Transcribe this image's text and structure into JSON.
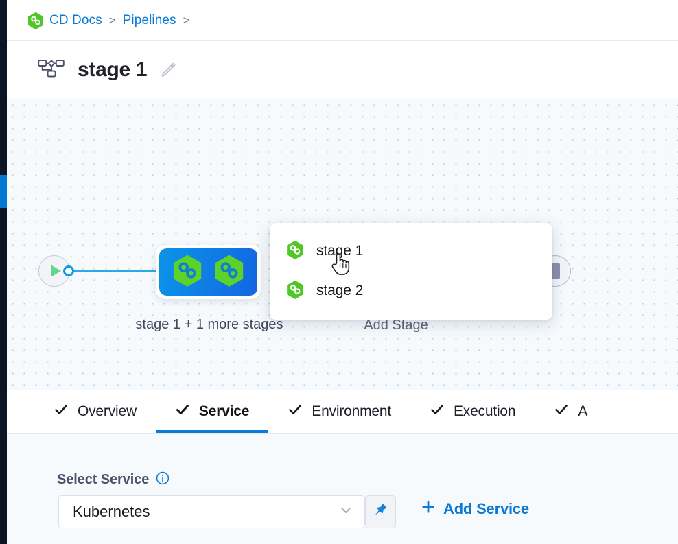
{
  "breadcrumb": {
    "product_icon": "harness-hex-icon",
    "items": [
      {
        "label": "CD Docs",
        "separator": ">"
      },
      {
        "label": "Pipelines",
        "separator": ">"
      }
    ]
  },
  "header": {
    "pipeline_icon": "pipeline-nodes-icon",
    "title": "stage 1",
    "edit_icon": "pencil-icon"
  },
  "canvas": {
    "start_node_icon": "play-icon",
    "group_node": {
      "stage_icons": [
        "harness-hex-icon",
        "harness-hex-icon"
      ],
      "caption": "stage 1 + 1 more stages"
    },
    "add_stage": {
      "label": "Add Stage"
    },
    "end_node_icon": "stop-icon",
    "cursor": "pointing-hand-cursor"
  },
  "stage_popup": {
    "items": [
      {
        "icon": "harness-hex-icon",
        "label": "stage 1"
      },
      {
        "icon": "harness-hex-icon",
        "label": "stage 2"
      }
    ]
  },
  "tabs": [
    {
      "label": "Overview",
      "icon": "check-icon",
      "active": false
    },
    {
      "label": "Service",
      "icon": "check-icon",
      "active": true
    },
    {
      "label": "Environment",
      "icon": "check-icon",
      "active": false
    },
    {
      "label": "Execution",
      "icon": "check-icon",
      "active": false
    },
    {
      "label": "A",
      "icon": "check-icon",
      "active": false
    }
  ],
  "service_form": {
    "field_label": "Select Service",
    "info_icon": "info-icon",
    "select_value": "Kubernetes",
    "chevron_icon": "chevron-down-icon",
    "pin_icon": "pin-icon",
    "add_service_label": "Add Service",
    "add_icon": "plus-icon"
  },
  "colors": {
    "accent_blue": "#0b7ad6",
    "brand_green": "#4fc726",
    "node_blue": "#0b94e8",
    "rail_dark": "#0b1526",
    "canvas_bg": "#f6fafd",
    "panel_bg": "#f7fafd"
  }
}
